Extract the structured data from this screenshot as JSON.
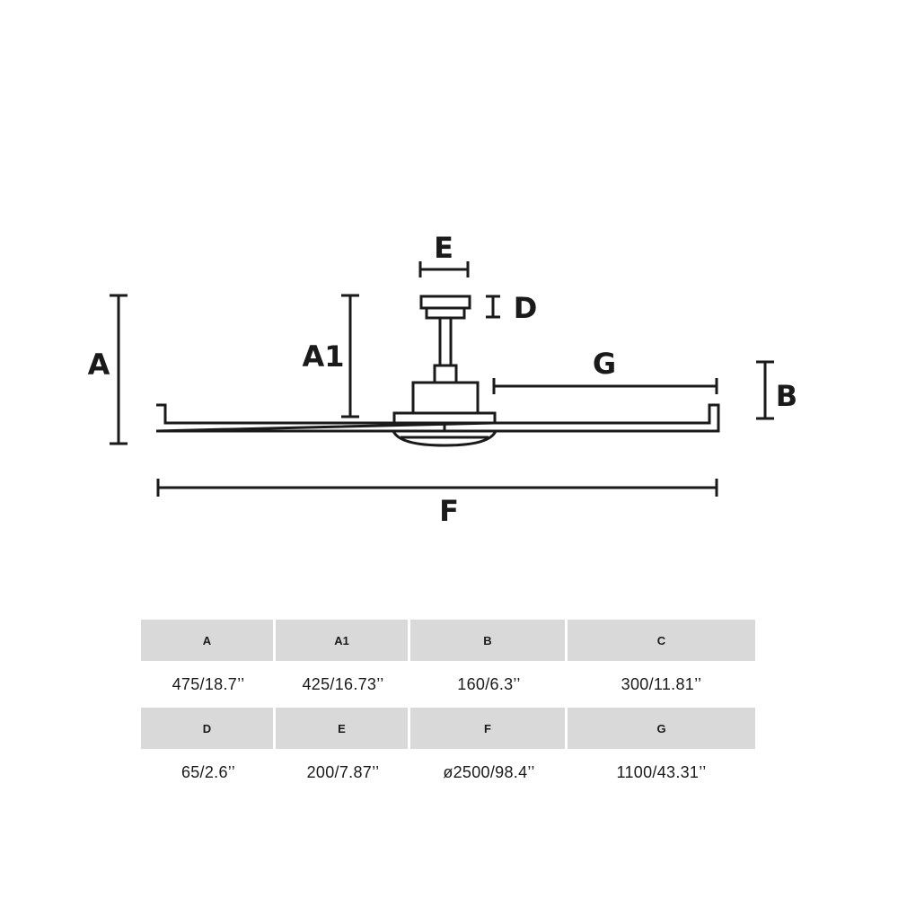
{
  "diagram": {
    "labels": {
      "A": "A",
      "A1": "A1",
      "B": "B",
      "D": "D",
      "E": "E",
      "F": "F",
      "G": "G"
    },
    "line_color": "#1a1a1a"
  },
  "table": {
    "header_bg": "#d9d9d9",
    "rows": [
      {
        "headers": [
          "A",
          "A1",
          "B",
          "C"
        ],
        "values": [
          "475/18.7’’",
          "425/16.73’’",
          "160/6.3’’",
          "300/11.81’’"
        ]
      },
      {
        "headers": [
          "D",
          "E",
          "F",
          "G"
        ],
        "values": [
          "65/2.6’’",
          "200/7.87’’",
          "ø2500/98.4’’",
          "1100/43.31’’"
        ]
      }
    ]
  }
}
